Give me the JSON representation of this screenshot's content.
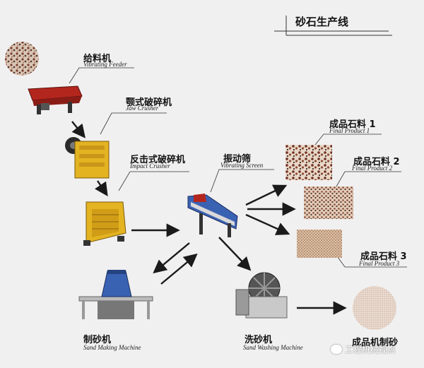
{
  "title": "砂石生产线",
  "labels": {
    "feeder_zh": "给料机",
    "feeder_en": "Vibrating Feeder",
    "jaw_zh": "颚式破碎机",
    "jaw_en": "Jaw Crusher",
    "impact_zh": "反击式破碎机",
    "impact_en": "Impact Crusher",
    "screen_zh": "振动筛",
    "screen_en": "Vibrating Screen",
    "product1_zh": "成品石料 1",
    "product1_en": "Final Product 1",
    "product2_zh": "成品石料 2",
    "product2_en": "Final Product 2",
    "product3_zh": "成品石料 3",
    "product3_en": "Final Product 3",
    "sandmaking_zh": "制砂机",
    "sandmaking_en": "Sand Making Machine",
    "washing_zh": "洗砂机",
    "washing_en": "Sand Washing Machine",
    "finalsand_zh": "成品机制砂"
  },
  "watermark": "工程机械视点",
  "colors": {
    "machine_red": "#b3261e",
    "machine_yellow": "#e3b321",
    "machine_blue": "#3a62b3",
    "arrow": "#1a1a1a",
    "background": "#f1f0f1"
  }
}
